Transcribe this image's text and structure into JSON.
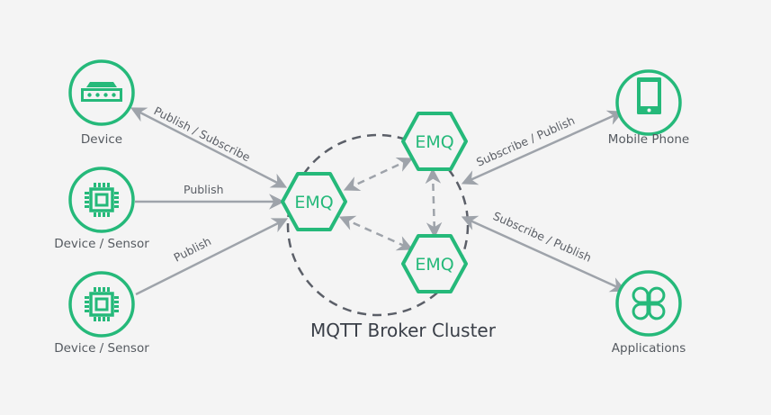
{
  "colors": {
    "accent": "#25b97a",
    "arrow": "#9ea3aa",
    "cluster_ring": "#5b5f68",
    "background": "#f4f4f4",
    "text": "#555a60"
  },
  "cluster": {
    "title": "MQTT Broker Cluster",
    "nodes": [
      {
        "label": "EMQ"
      },
      {
        "label": "EMQ"
      },
      {
        "label": "EMQ"
      }
    ]
  },
  "clients": [
    {
      "label": "Device",
      "icon": "router-icon"
    },
    {
      "label": "Device / Sensor",
      "icon": "chip-icon"
    },
    {
      "label": "Device / Sensor",
      "icon": "chip-icon"
    },
    {
      "label": "Mobile Phone",
      "icon": "smartphone-icon"
    },
    {
      "label": "Applications",
      "icon": "apps-icon"
    }
  ],
  "edges": [
    {
      "label": "Publish / Subscribe",
      "direction": "bidirectional"
    },
    {
      "label": "Publish",
      "direction": "to-broker"
    },
    {
      "label": "Publish",
      "direction": "to-broker"
    },
    {
      "label": "Subscribe / Publish",
      "direction": "bidirectional"
    },
    {
      "label": "Subscribe / Publish",
      "direction": "bidirectional"
    }
  ]
}
